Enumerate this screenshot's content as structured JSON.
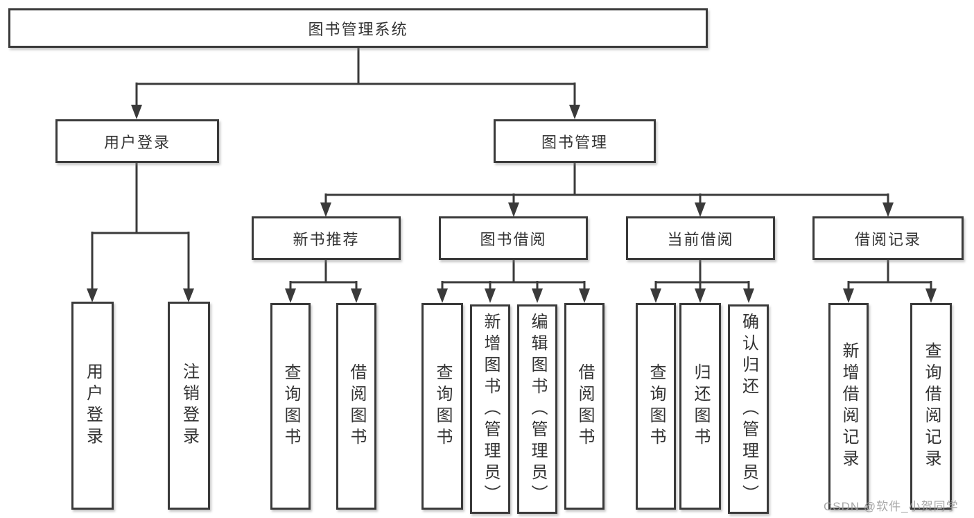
{
  "nodes": {
    "root": {
      "label": "图书管理系统"
    },
    "level2": [
      {
        "label": "用户登录"
      },
      {
        "label": "图书管理"
      }
    ],
    "level3": [
      {
        "label": "新书推荐"
      },
      {
        "label": "图书借阅"
      },
      {
        "label": "当前借阅"
      },
      {
        "label": "借阅记录"
      }
    ],
    "leaves": [
      {
        "label": "用户登录"
      },
      {
        "label": "注销登录"
      },
      {
        "label": "查询图书"
      },
      {
        "label": "借阅图书"
      },
      {
        "label": "查询图书"
      },
      {
        "label": "新增图书（管理员）"
      },
      {
        "label": "编辑图书（管理员）"
      },
      {
        "label": "借阅图书"
      },
      {
        "label": "查询图书"
      },
      {
        "label": "归还图书"
      },
      {
        "label": "确认归还（管理员）"
      },
      {
        "label": "新增借阅记录"
      },
      {
        "label": "查询借阅记录"
      }
    ]
  },
  "watermark": "CSDN @软件_小贺同学",
  "colors": {
    "line": "#3a3a3a",
    "text": "#333333",
    "node_background": "#ffffff",
    "watermark": "#9e9e9e",
    "page_background": "#ffffff"
  }
}
